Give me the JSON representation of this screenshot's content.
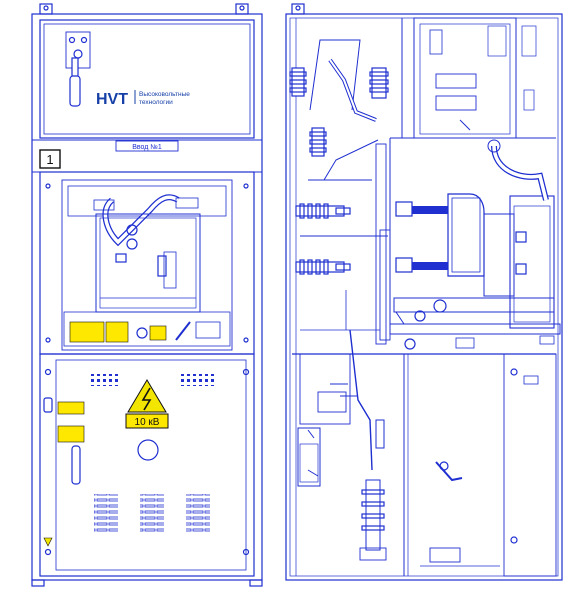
{
  "colors": {
    "line": "#1f2fd0",
    "line_light": "#6b78e6",
    "yellow": "#f2e600",
    "brand_blue": "#1640a8",
    "label_yellow": "#ffe800",
    "black": "#111111"
  },
  "front_view": {
    "top_cabinet": {
      "brand_logo_text": "HVT",
      "brand_tagline_line1": "Высоковольтные",
      "brand_tagline_line2": "технологии"
    },
    "header_strip": {
      "nameplate_label": "Ввод №1",
      "cell_number": "1"
    },
    "lower_door": {
      "voltage_label": "10 кВ",
      "hazard_symbol": "lightning-bolt-icon"
    }
  },
  "side_view": {
    "description_icons": [
      "busbar-icon",
      "circuit-breaker-icon",
      "cable-compartment-icon"
    ]
  }
}
